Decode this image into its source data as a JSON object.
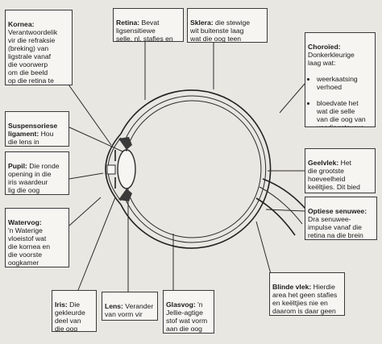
{
  "labels": {
    "kornea": {
      "title": "Kornea:",
      "text": "Verantwoordelik\nvir die refraksie\n(breking) van\nligstrale vanaf\ndie voorwerp\nom die beeld\nop die retina te\nvorm"
    },
    "retina": {
      "title": "Retina:",
      "text": " Bevat\nligsensitiewe\nselle, nl. stafies en\nkeëltjies"
    },
    "sklera": {
      "title": "Sklera:",
      "text": " die stewige\nwit buitenste laag\nwat die oog teen\nbeskadiging beskerm"
    },
    "choroied": {
      "title": "Choroïed:",
      "text": "Donkerkleurige\nlaag wat:",
      "bullets": [
        "weerkaatsing\nverhoed",
        "bloedvate het\nwat die selle\nvan die oog van\nvoedingstowwe\nen suurstof\nvoorsien"
      ]
    },
    "suspensoriese": {
      "title": "Suspensoriese\nligament:",
      "text": " Hou\ndie lens in\nposisie"
    },
    "pupil": {
      "title": "Pupil:",
      "text": " Die ronde\nopening in die\niris waardeur\nlig die oog\nbinnegaan"
    },
    "geelvlek": {
      "title": "Geelvlek:",
      "text": " Het\ndie grootste\nhoeveelheid\nkeëltjies. Dit bied\ndie beste beeld"
    },
    "watervog": {
      "title": "Watervog:",
      "text": "\n'n Waterige\nvloeistof wat\ndie kornea en\ndie voorste\noogkamer\nondersteun"
    },
    "optiese": {
      "title": "Optiese senuwee:",
      "text": "\nDra senuwee-\nimpulse vanaf die\nretina na die brein\noor"
    },
    "blinde": {
      "title": "Blinde vlek:",
      "text": " Hierdie\narea het geen stafies\nen keëltjies nie en\ndaarom is daar geen\nvisie hier nie"
    },
    "iris": {
      "title": "Iris:",
      "text": " Die\ngekleurde\ndeel van\ndie oog"
    },
    "lens": {
      "title": "Lens:",
      "text": " Verander\nvan vorm vir\nnaby en ver sig"
    },
    "glasvog": {
      "title": "Glasvog:",
      "text": " 'n\nJellie-agtige\nstof wat vorm\naan die oog\ngee"
    }
  }
}
